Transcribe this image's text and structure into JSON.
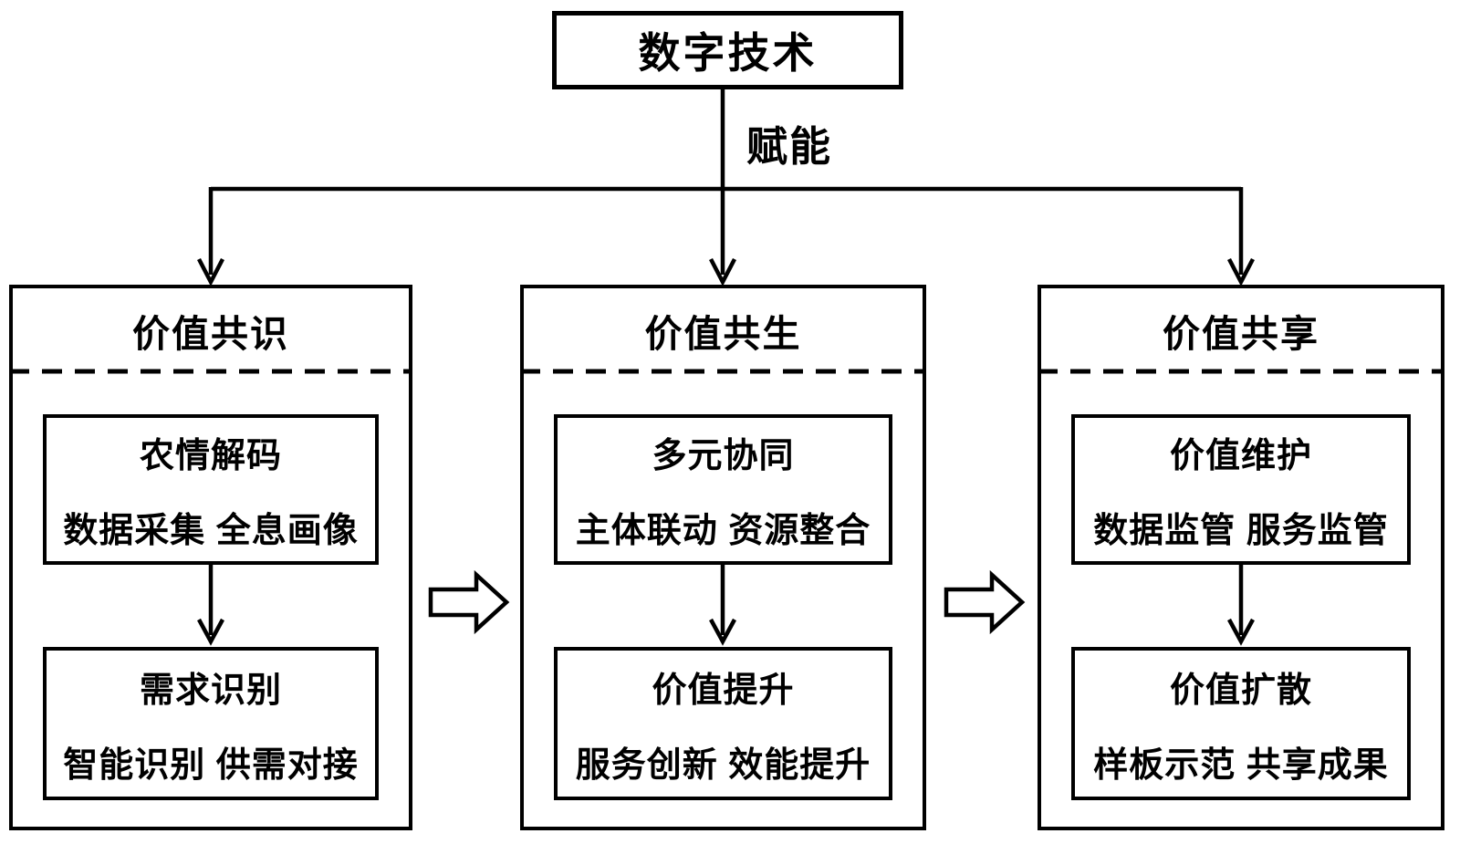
{
  "diagram": {
    "top_box_label": "数字技术",
    "edge_label": "赋能",
    "columns": [
      {
        "title": "价值共识",
        "boxes": [
          {
            "line1": "农情解码",
            "line2": "数据采集 全息画像"
          },
          {
            "line1": "需求识别",
            "line2": "智能识别 供需对接"
          }
        ]
      },
      {
        "title": "价值共生",
        "boxes": [
          {
            "line1": "多元协同",
            "line2": "主体联动 资源整合"
          },
          {
            "line1": "价值提升",
            "line2": "服务创新 效能提升"
          }
        ]
      },
      {
        "title": "价值共享",
        "boxes": [
          {
            "line1": "价值维护",
            "line2": "数据监管 服务监管"
          },
          {
            "line1": "价值扩散",
            "line2": "样板示范 共享成果"
          }
        ]
      }
    ],
    "colors": {
      "line": "#000000",
      "background": "#ffffff"
    }
  }
}
